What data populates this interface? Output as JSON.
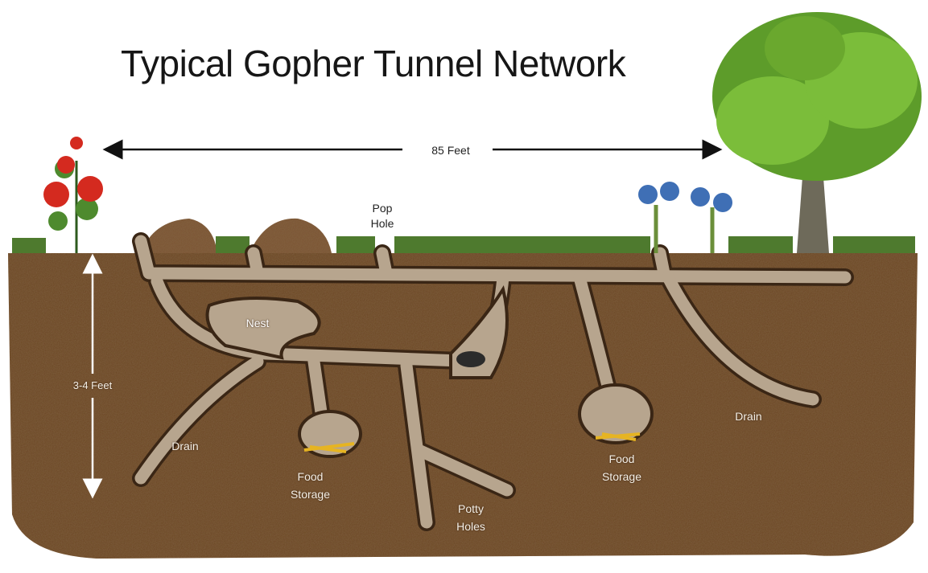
{
  "title": "Typical Gopher Tunnel Network",
  "width_label": "85 Feet",
  "depth_label": "3-4 Feet",
  "labels": {
    "pop_hole": [
      "Pop",
      "Hole"
    ],
    "nest": "Nest",
    "drain_left": "Drain",
    "drain_right": "Drain",
    "food_storage_left": [
      "Food",
      "Storage"
    ],
    "food_storage_right": [
      "Food",
      "Storage"
    ],
    "potty_holes": [
      "Potty",
      "Holes"
    ]
  },
  "colors": {
    "soil": "#6b4423",
    "tunnel": "#b7a58e",
    "grass": "#4e7a2e",
    "leaf": "#6aa82e",
    "rose": "#d42a1f",
    "iris": "#3f6fb5"
  }
}
